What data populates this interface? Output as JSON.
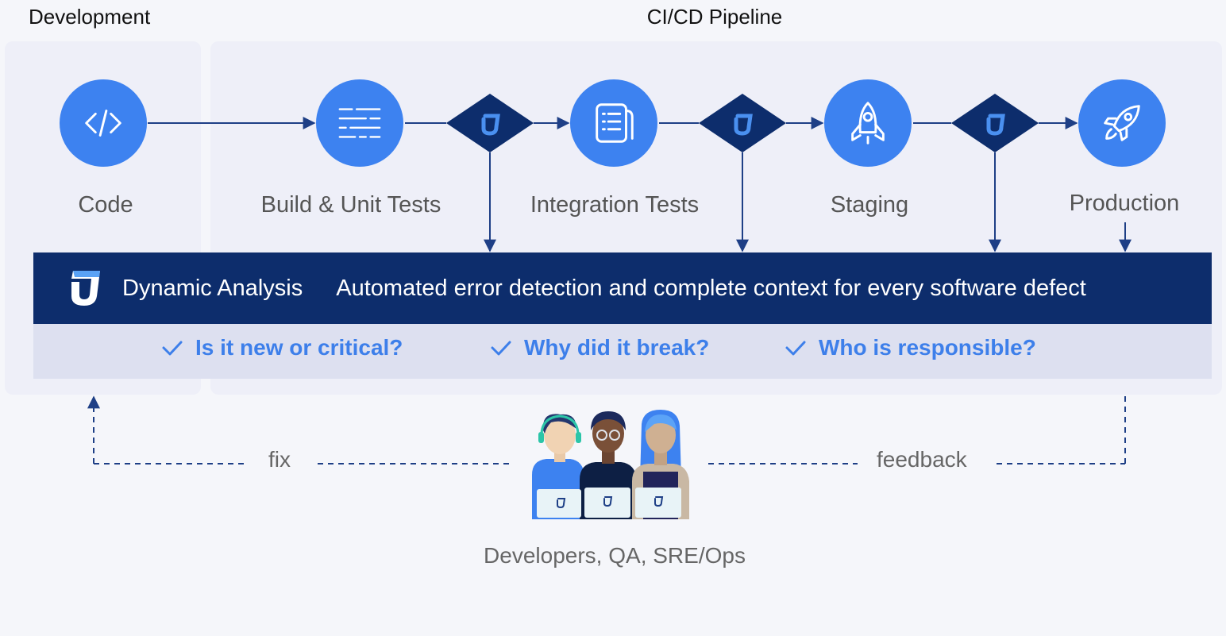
{
  "sections": {
    "development": "Development",
    "pipeline": "CI/CD Pipeline"
  },
  "stages": [
    {
      "label": "Code",
      "icon": "code-icon"
    },
    {
      "label": "Build & Unit Tests",
      "icon": "build-list-icon"
    },
    {
      "label": "Integration Tests",
      "icon": "document-icon"
    },
    {
      "label": "Staging",
      "icon": "rocket-icon"
    },
    {
      "label": "Production",
      "icon": "rocket-launch-icon"
    }
  ],
  "gate_icon": "dynamic-analysis-logo-icon",
  "banner": {
    "title": "Dynamic Analysis",
    "description": "Automated error detection and complete context for every software defect"
  },
  "checks": [
    "Is it new or critical?",
    "Why did it break?",
    "Who is responsible?"
  ],
  "loop": {
    "fix_label": "fix",
    "feedback_label": "feedback"
  },
  "team": {
    "caption": "Developers, QA, SRE/Ops"
  },
  "colors": {
    "primary_blue": "#3d82f0",
    "navy": "#0d2d6c",
    "check_text": "#3d7fea",
    "panel": "#eeeff8",
    "check_band": "#dde0f0"
  }
}
